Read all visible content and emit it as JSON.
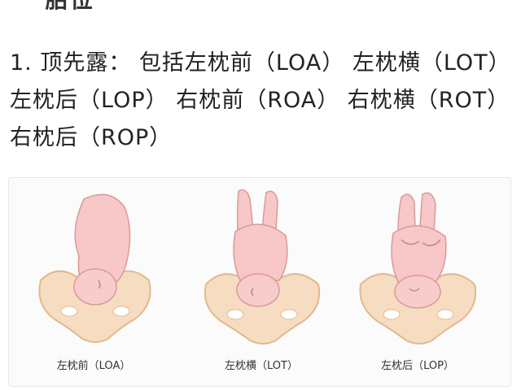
{
  "header": {
    "top_fragment": "一 胎位"
  },
  "paragraph": {
    "text": "1. 顶先露： 包括左枕前（LOA） 左枕横（LOT） 左枕后（LOP） 右枕前（ROA） 右枕横（ROT） 右枕后（ROP）"
  },
  "figures": [
    {
      "caption": "左枕前（LOA）"
    },
    {
      "caption": "左枕横（LOT）"
    },
    {
      "caption": "左枕后（LOP）"
    }
  ],
  "colors": {
    "pelvis": "#f6dcc0",
    "pelvis_stroke": "#e2b88f",
    "fetus": "#f8c7c7",
    "fetus_stroke": "#d89a9a"
  }
}
